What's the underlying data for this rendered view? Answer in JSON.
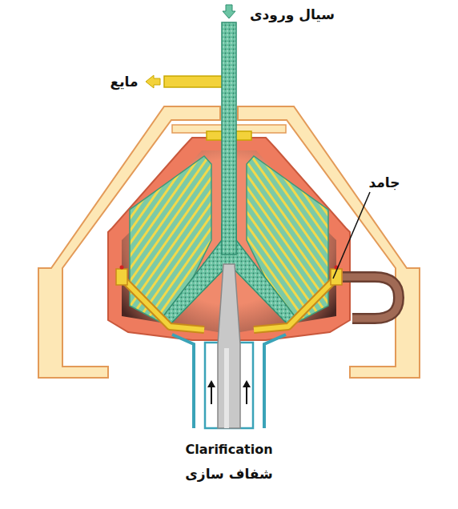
{
  "diagram": {
    "caption": "Clarification",
    "labels": [
      "سیال ورودی",
      "مایع",
      "جامد",
      "شفاف سازی"
    ]
  }
}
